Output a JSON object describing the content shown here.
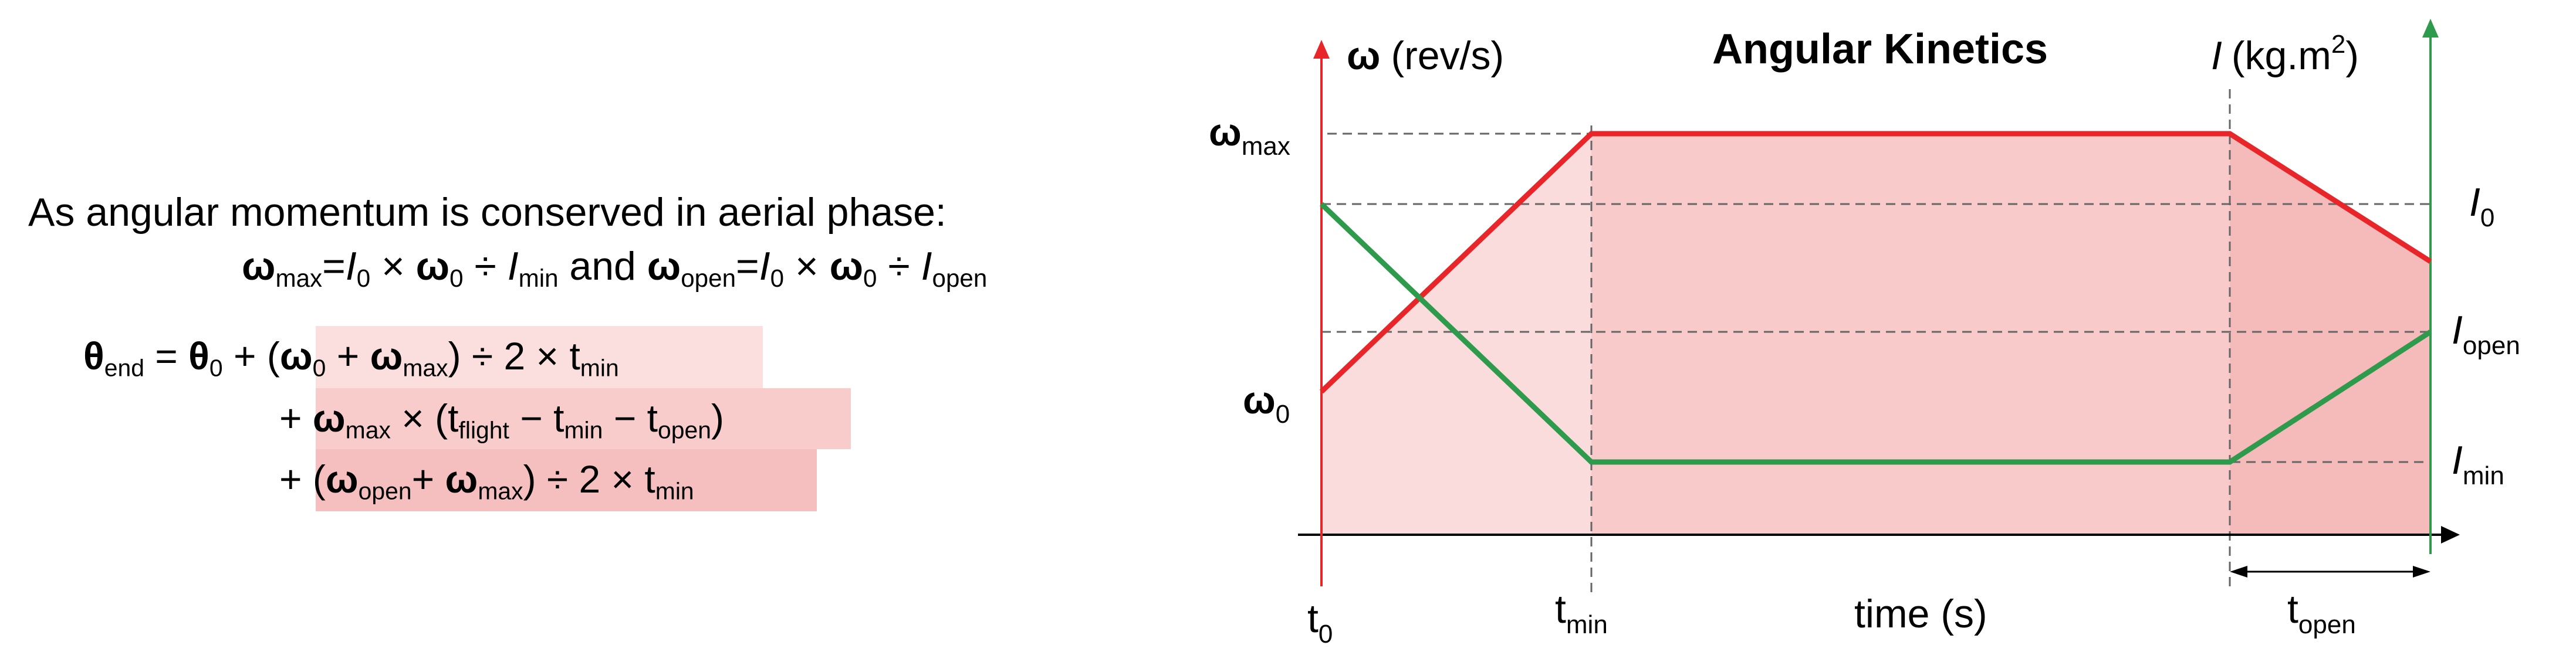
{
  "intro_line": "As angular momentum is conserved in aerial phase:",
  "conservation": {
    "w": "ω",
    "max": "max",
    "eq": "=",
    "I": "I",
    "zero": "0",
    "times": " × ",
    "div": " ÷ ",
    "min": "min",
    "and": " and ",
    "open": "open"
  },
  "theta_formula": {
    "theta": "θ",
    "end": "end",
    "equals": " = ",
    "zero": "0",
    "plus": " + ",
    "w": "ω",
    "max": "max",
    "min": "min",
    "open": "open",
    "flight": "flight",
    "t": "t",
    "minus": " − ",
    "line1_div": ") ÷ 2 × ",
    "line2_times": " × (",
    "line3_plus": "+ ",
    "close": ")"
  },
  "chart": {
    "title": "Angular Kinetics",
    "left_axis_label": "(rev/s)",
    "right_axis_label": "(kg.m",
    "right_axis_sup": "2",
    "right_axis_close": ")",
    "omega": "ω",
    "I": "I",
    "x_axis_label": "time (s)",
    "ticks": {
      "t": "t",
      "zero": "0",
      "min": "min",
      "open": "open"
    },
    "left_labels": {
      "max": "max",
      "zero": "0"
    },
    "right_labels": {
      "zero": "0",
      "open": "open",
      "min": "min"
    },
    "colors": {
      "omega": "#e8262a",
      "inertia": "#2e9a4b",
      "fill_light": "#fbdcdc",
      "fill_mid": "#f8cccc",
      "fill_dark": "#f5bcbc"
    }
  },
  "chart_data": {
    "type": "line",
    "xlabel": "time (s)",
    "x_ticks": [
      "t0",
      "tmin",
      "topen"
    ],
    "series": [
      {
        "name": "ω (rev/s)",
        "points": [
          [
            "t0",
            "ω0"
          ],
          [
            "tmin",
            "ωmax"
          ],
          [
            "t_flight − t_open",
            "ωmax"
          ],
          [
            "t_flight",
            "ωopen"
          ]
        ]
      },
      {
        "name": "I (kg.m2)",
        "points": [
          [
            "t0",
            "I0"
          ],
          [
            "tmin",
            "Imin"
          ],
          [
            "t_flight − t_open",
            "Imin"
          ],
          [
            "t_flight",
            "Iopen"
          ]
        ]
      }
    ],
    "left_levels": [
      "ωmax",
      "ω0"
    ],
    "right_levels": [
      "I0",
      "Iopen",
      "Imin"
    ]
  }
}
